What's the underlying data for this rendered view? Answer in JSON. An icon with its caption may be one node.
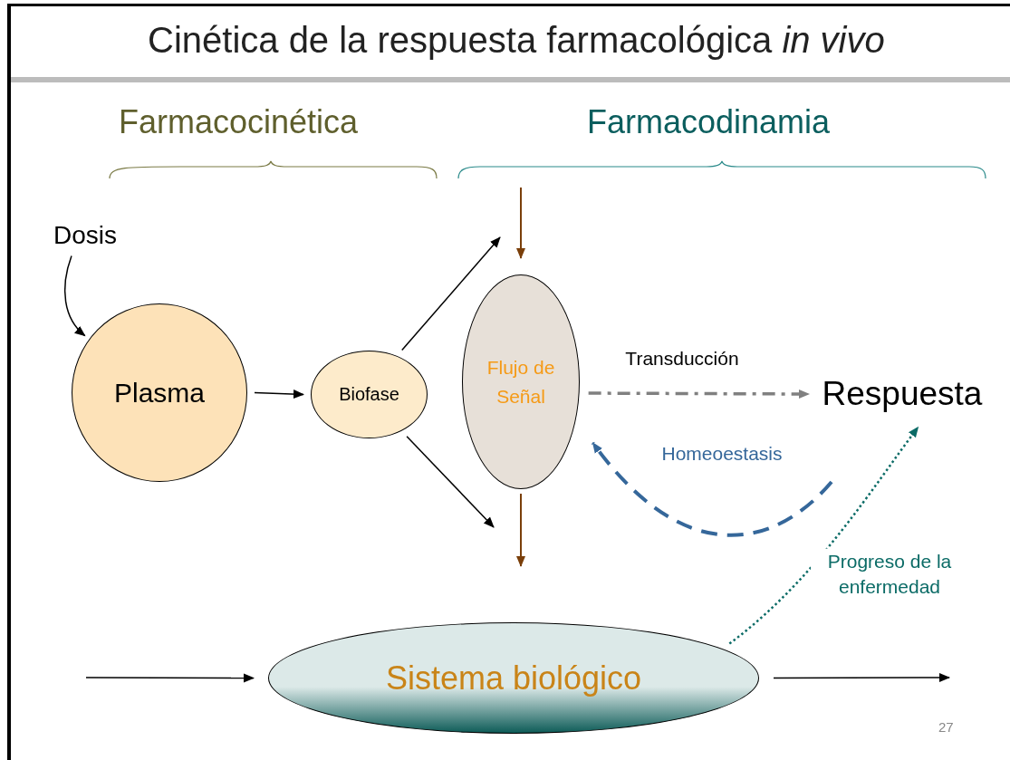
{
  "diagram": {
    "title": "Cinética de la respuesta farmacológica *in vivo*",
    "nodes": [
      {
        "text": [
          "Dosis"
        ]
      },
      {
        "text": [
          "Plasma"
        ]
      },
      {
        "text": [
          "Biofase"
        ]
      },
      {
        "text": [
          "Flujo de Señal"
        ]
      },
      {
        "text": [
          "Respuesta"
        ]
      },
      {
        "text": [
          "Sistema biológico"
        ]
      }
    ],
    "edges": [
      {
        "from": 0,
        "to": 1,
        "arrow": "to"
      },
      {
        "from": 1,
        "to": 2,
        "arrow": "to"
      },
      {
        "from": 2,
        "to": null,
        "arrow": "to"
      },
      {
        "from": 2,
        "to": null,
        "arrow": "to"
      },
      {
        "from": null,
        "to": 3,
        "arrow": "to",
        "color": "#7a3f0a"
      },
      {
        "from": 3,
        "to": null,
        "arrow": "to",
        "color": "#7a3f0a"
      },
      {
        "from": 3,
        "to": 4,
        "arrow": "to",
        "label": "Transducción",
        "style": "dashed",
        "color": "#808080"
      },
      {
        "from": null,
        "to": 3,
        "arrow": "to",
        "label": "Homeoestasis",
        "style": "dashed",
        "color": "#35679a"
      },
      {
        "from": 5,
        "to": 4,
        "arrow": "to",
        "label": "Progreso de la enfermedad",
        "style": "dashed",
        "color": "#0b6b66"
      },
      {
        "from": null,
        "to": 5,
        "arrow": "to"
      },
      {
        "from": 5,
        "to": null,
        "arrow": "to"
      }
    ],
    "labels": [
      "Farmacocinética",
      "Farmacodinamia",
      "27"
    ]
  }
}
